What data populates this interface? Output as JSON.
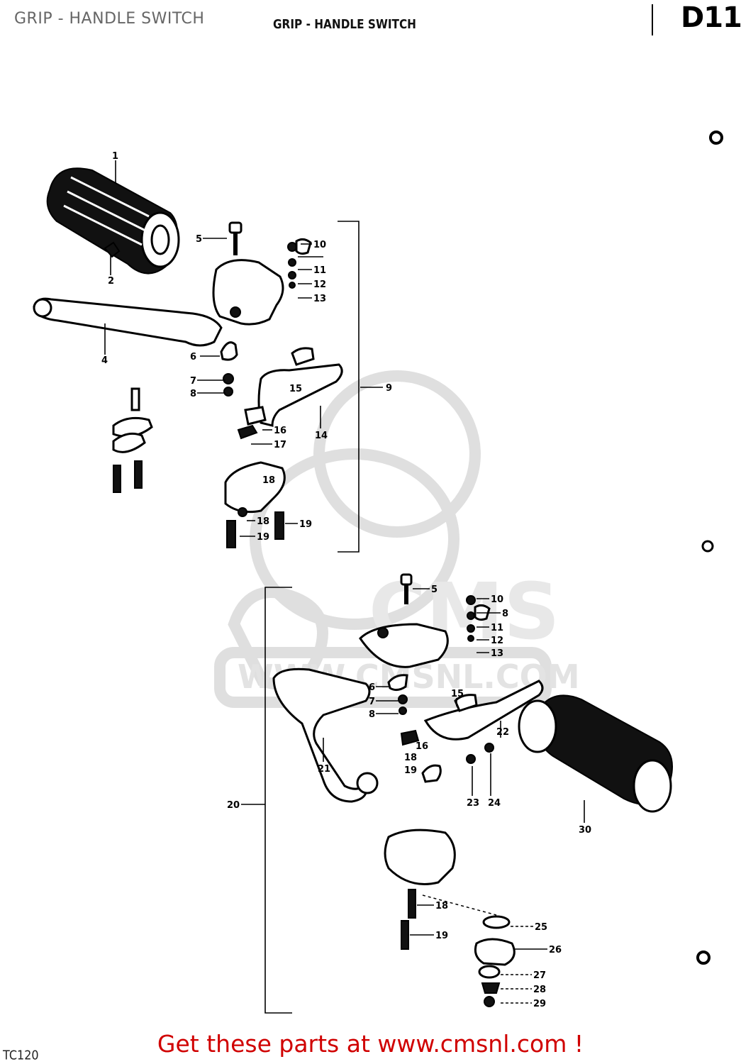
{
  "page_title": "GRIP - HANDLE SWITCH",
  "print_title": "GRIP - HANDLE SWITCH",
  "section_code": "D11",
  "model_code": "TC120",
  "watermark": {
    "brand": "CMS",
    "url": "WWW.CMSNL.COM"
  },
  "footer": {
    "promo": "Get these parts at www.cmsnl.com !",
    "color": "#d00000"
  },
  "callouts": [
    {
      "id": "c1a",
      "text": "1"
    },
    {
      "id": "c2",
      "text": "2"
    },
    {
      "id": "c4",
      "text": "4"
    },
    {
      "id": "c5a",
      "text": "5"
    },
    {
      "id": "c6a",
      "text": "6"
    },
    {
      "id": "c7a",
      "text": "7"
    },
    {
      "id": "c8a",
      "text": "8"
    },
    {
      "id": "c9",
      "text": "9"
    },
    {
      "id": "c10a",
      "text": "10"
    },
    {
      "id": "c11a",
      "text": "11"
    },
    {
      "id": "c12a",
      "text": "12"
    },
    {
      "id": "c13a",
      "text": "13"
    },
    {
      "id": "c14",
      "text": "14"
    },
    {
      "id": "c15a",
      "text": "15"
    },
    {
      "id": "c16a",
      "text": "16"
    },
    {
      "id": "c17",
      "text": "17"
    },
    {
      "id": "c18a",
      "text": "18"
    },
    {
      "id": "c19a",
      "text": "19"
    },
    {
      "id": "c18b",
      "text": "18"
    },
    {
      "id": "c19b",
      "text": "19"
    },
    {
      "id": "c5b",
      "text": "5"
    },
    {
      "id": "c10b",
      "text": "10"
    },
    {
      "id": "c8b",
      "text": "8"
    },
    {
      "id": "c11b",
      "text": "11"
    },
    {
      "id": "c12b",
      "text": "12"
    },
    {
      "id": "c13b",
      "text": "13"
    },
    {
      "id": "c6b",
      "text": "6"
    },
    {
      "id": "c7b",
      "text": "7"
    },
    {
      "id": "c8c",
      "text": "8"
    },
    {
      "id": "c15b",
      "text": "15"
    },
    {
      "id": "c22",
      "text": "22"
    },
    {
      "id": "c16b",
      "text": "16"
    },
    {
      "id": "c18c",
      "text": "18"
    },
    {
      "id": "c19c",
      "text": "19"
    },
    {
      "id": "c21",
      "text": "21"
    },
    {
      "id": "c23",
      "text": "23"
    },
    {
      "id": "c24",
      "text": "24"
    },
    {
      "id": "c20",
      "text": "20"
    },
    {
      "id": "c30",
      "text": "30"
    },
    {
      "id": "c18d",
      "text": "18"
    },
    {
      "id": "c19d",
      "text": "19"
    },
    {
      "id": "c25",
      "text": "25"
    },
    {
      "id": "c26",
      "text": "26"
    },
    {
      "id": "c27",
      "text": "27"
    },
    {
      "id": "c28",
      "text": "28"
    },
    {
      "id": "c29",
      "text": "29"
    }
  ]
}
